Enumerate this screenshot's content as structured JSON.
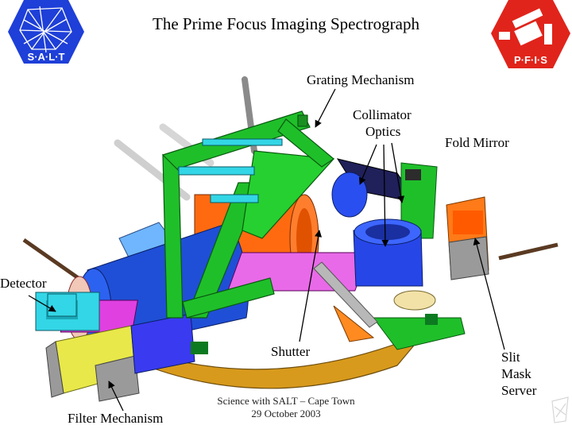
{
  "title": "The Prime Focus Imaging Spectrograph",
  "logos": {
    "left": {
      "text": "S·A·L·T",
      "color": "#1e3fd8"
    },
    "right": {
      "text": "P·F·I·S",
      "color": "#e0241b"
    }
  },
  "labels": {
    "grating_mechanism": "Grating Mechanism",
    "collimator_optics": [
      "Collimator",
      "Optics"
    ],
    "fold_mirror": "Fold Mirror",
    "detector": "Detector",
    "shutter": "Shutter",
    "slit_mask_server": [
      "Slit",
      "Mask",
      "Server"
    ],
    "filter_mechanism": "Filter Mechanism"
  },
  "footer": {
    "line1": "Science with SALT – Cape Town",
    "line2": "29 October 2003"
  },
  "colors": {
    "frame_green": "#1fbf2a",
    "detector_blue": "#1f4fd6",
    "orange": "#ff6a10",
    "cyan": "#33d6e6",
    "yellow": "#e8e84a",
    "gold": "#d89a1c",
    "magenta": "#e040e0",
    "gray": "#9a9a9a"
  }
}
